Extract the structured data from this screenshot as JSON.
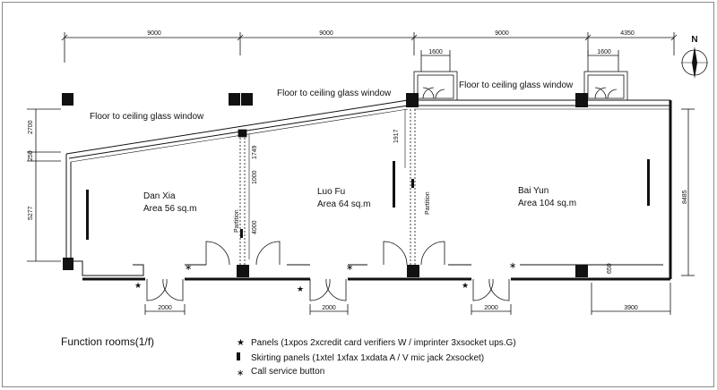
{
  "drawing": {
    "title": "Function rooms(1/f)",
    "rooms": [
      {
        "name": "Dan Xia",
        "area": "Area 56 sq.m"
      },
      {
        "name": "Luo Fu",
        "area": "Area 64 sq.m"
      },
      {
        "name": "Bai Yun",
        "area": "Area 104 sq.m"
      }
    ],
    "glass_labels": [
      "Floor to ceiling glass window",
      "Floor to ceiling glass window",
      "Floor to ceiling glass window"
    ],
    "partition_label": "Partition",
    "north": "N",
    "dimensions": {
      "top": [
        "9000",
        "9000",
        "9000",
        "4350"
      ],
      "bays": [
        "1600",
        "1600"
      ],
      "left": [
        "2700",
        "250",
        "5277"
      ],
      "inner": [
        "1749",
        "1000",
        "4000",
        "1917",
        "8485",
        "650"
      ],
      "bottom": [
        "2000",
        "2000",
        "2000",
        "3900"
      ]
    },
    "legend": [
      {
        "symbol": "★",
        "text": "Panels (1xpos  2xcredit  card verifiers  W / imprinter 3xsocket ups.G)"
      },
      {
        "symbol": "▮",
        "text": "Skirting panels (1xtel  1xfax  1xdata A / V mic jack 2xsocket)"
      },
      {
        "symbol": "∗",
        "text": "Call service button"
      }
    ]
  }
}
